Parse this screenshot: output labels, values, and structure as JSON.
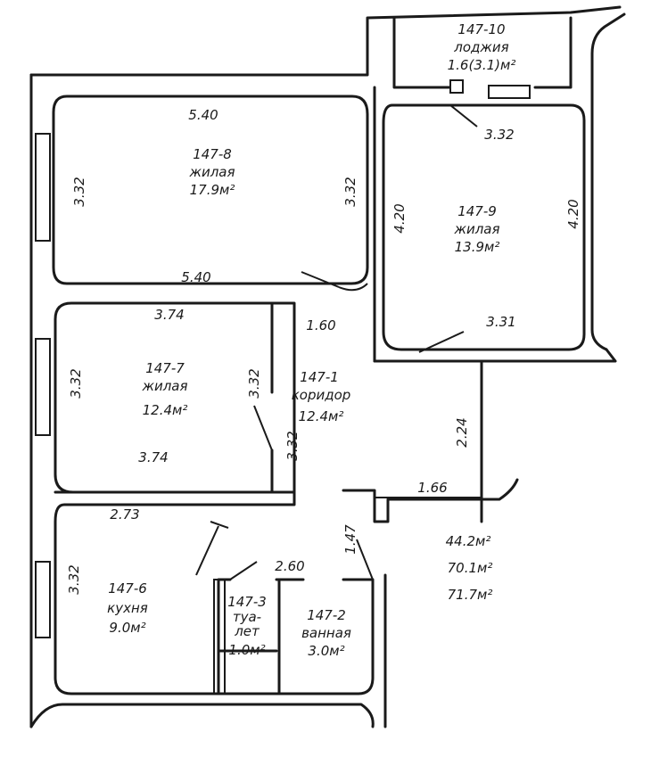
{
  "rooms": [
    {
      "id": "147-10",
      "name": "лоджия",
      "area": "1.6(3.1)м²"
    },
    {
      "id": "147-8",
      "name": "жилая",
      "area": "17.9м²"
    },
    {
      "id": "147-9",
      "name": "жилая",
      "area": "13.9м²"
    },
    {
      "id": "147-7",
      "name": "жилая",
      "area": "12.4м²"
    },
    {
      "id": "147-1",
      "name": "коридор",
      "area": "12.4м²"
    },
    {
      "id": "147-6",
      "name": "кухня",
      "area": "9.0м²"
    },
    {
      "id": "147-3",
      "name_line1": "туа-",
      "name_line2": "лет",
      "area": "1.0м²"
    },
    {
      "id": "147-2",
      "name": "ванная",
      "area": "3.0м²"
    }
  ],
  "dimensions": {
    "r8_top": "5.40",
    "r8_bottom": "5.40",
    "r8_left": "3.32",
    "r8_right": "3.32",
    "r9_left": "4.20",
    "r9_right": "4.20",
    "r9_top": "3.32",
    "r9_bottom": "3.31",
    "r7_top": "3.74",
    "r7_bottom": "3.74",
    "r7_left": "3.32",
    "r7_right": "3.32",
    "corridor_top": "1.60",
    "corridor_mid": "3.32",
    "corridor_side": "2.24",
    "corridor_bottom": "1.66",
    "kitchen_top": "2.73",
    "kitchen_left": "3.32",
    "bath_top": "2.60",
    "bath_diag": "1.47"
  },
  "totals": [
    "44.2м²",
    "70.1м²",
    "71.7м²"
  ]
}
